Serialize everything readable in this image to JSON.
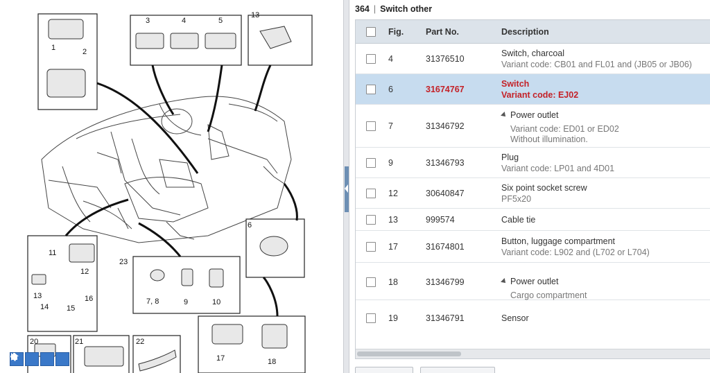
{
  "header": {
    "section_number": "364",
    "separator": "|",
    "section_title": "Switch other"
  },
  "table": {
    "columns": {
      "fig": "Fig.",
      "part_no": "Part No.",
      "description": "Description"
    },
    "rows": [
      {
        "fig": "4",
        "part_no": "31376510",
        "desc": "Switch, charcoal",
        "sub": "Variant code: CB01 and FL01 and (JB05 or JB06)",
        "expanded": false,
        "selected": false
      },
      {
        "fig": "6",
        "part_no": "31674767",
        "desc": "Switch",
        "sub": "Variant code: EJ02",
        "expanded": false,
        "selected": true
      },
      {
        "fig": "7",
        "part_no": "31346792",
        "desc": "Power outlet",
        "sub": "Variant code: ED01 or ED02",
        "sub2": "Without illumination.",
        "expanded": true,
        "selected": false
      },
      {
        "fig": "9",
        "part_no": "31346793",
        "desc": "Plug",
        "sub": "Variant code: LP01 and 4D01",
        "expanded": false,
        "selected": false
      },
      {
        "fig": "12",
        "part_no": "30640847",
        "desc": "Six point socket screw",
        "sub": "PF5x20",
        "expanded": false,
        "selected": false
      },
      {
        "fig": "13",
        "part_no": "999574",
        "desc": "Cable tie",
        "expanded": false,
        "selected": false
      },
      {
        "fig": "17",
        "part_no": "31674801",
        "desc": "Button, luggage compartment",
        "sub": "Variant code: L902 and (L702 or L704)",
        "expanded": false,
        "selected": false
      },
      {
        "fig": "18",
        "part_no": "31346799",
        "desc": "Power outlet",
        "sub": "Cargo compartment",
        "expanded": true,
        "selected": false
      },
      {
        "fig": "19",
        "part_no": "31346791",
        "desc": "Sensor",
        "expanded": false,
        "selected": false
      }
    ]
  },
  "diagram": {
    "labels": [
      "1",
      "2",
      "3",
      "4",
      "5",
      "13",
      "6",
      "11",
      "12",
      "13",
      "14",
      "15",
      "16",
      "23",
      "7, 8",
      "9",
      "10",
      "17",
      "18",
      "20",
      "21",
      "22"
    ],
    "toolbar": [
      {
        "name": "pointer-icon"
      },
      {
        "name": "zoom-in-icon"
      },
      {
        "name": "zoom-out-icon"
      },
      {
        "name": "home-icon"
      }
    ]
  },
  "colors": {
    "accent": "#c42127",
    "selected_row": "#c7dcef",
    "header_bg": "#dce3ea",
    "toolbar_blue": "#3a78c8"
  }
}
